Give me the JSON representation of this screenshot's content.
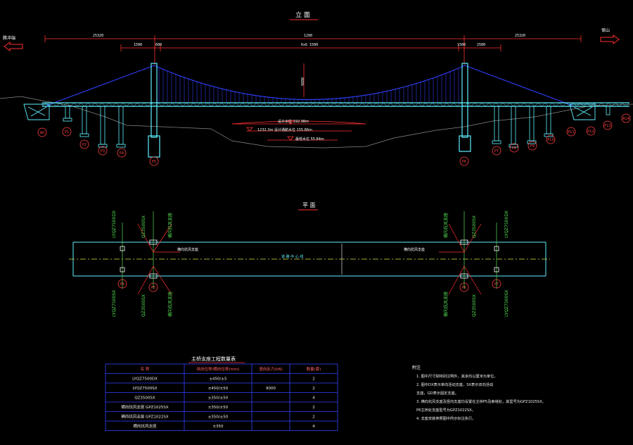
{
  "titles": {
    "elevation": "立 面",
    "plan": "平 面",
    "table": "主桥支座工程数量表",
    "notes_heading": "附注"
  },
  "directions": {
    "left": "腾冲端",
    "right": "保山"
  },
  "dimensions": {
    "overall": "1290",
    "left_side": "25320",
    "right_side": "25320",
    "main_span_label": "6x6 1500",
    "left_a": "1500",
    "left_b": "600",
    "right_a": "1500",
    "right_b": "2500",
    "sag": "9880"
  },
  "water_levels": {
    "high": "设计水位 192.98m",
    "mid": "1232.3m 设计通航水位 155.86m",
    "low": "最低水位 55.84m"
  },
  "piers": [
    "A0",
    "P1",
    "P2",
    "P3",
    "P4",
    "P5",
    "P6",
    "P7",
    "P8",
    "P9",
    "P10",
    "P11",
    "P12",
    "P13",
    "A14"
  ],
  "plan": {
    "centerline_label": "道 路 中 心 线",
    "left_callout": "横向抗风支座",
    "right_callout": "横向抗风支座",
    "labels_top_left": [
      "LYQZ7500DX",
      "QZ3500SX"
    ],
    "labels_top_right": [
      "QZ3500SX",
      "LYQZ7500DX"
    ],
    "labels_bot_left": [
      "LYQZ7500SX",
      "QZ3500SX"
    ],
    "labels_bot_right": [
      "QZ3500SX",
      "LYQZ7500SX"
    ],
    "diag_left": [
      "横向抗风支座",
      "横向抗风支座"
    ],
    "diag_right": [
      "横向抗风支座",
      "横向抗风支座"
    ],
    "pier_tags": [
      "P4",
      "P5",
      "P6",
      "P7"
    ]
  },
  "table": {
    "headers": [
      "名 称",
      "纵向位移/横向位移(mm)",
      "竖向反力(kN)",
      "数量(套)"
    ],
    "rows": [
      [
        "LYQZ7500DX",
        "±450/±5",
        "",
        "2"
      ],
      [
        "LYQZ7500SX",
        "±450/±50",
        "9000",
        "2"
      ],
      [
        "QZ3500SX",
        "±350/±50",
        "",
        "4"
      ],
      [
        "横向抗风支座 GPZ1025SX",
        "±350/±50",
        "",
        "2"
      ],
      [
        "横向抗风支座 GPZ1022SX",
        "±350/±50",
        "",
        "2"
      ],
      [
        "横向抗风支座",
        "±350",
        "",
        "4"
      ]
    ]
  },
  "notes": [
    "1. 图中尺寸除特别注明外，其余均以厘米为单位。",
    "2. 图中DX表示单向活动支座，SX表示双向活动",
    "   支座，GD表示固定支座。",
    "3. 横向抗风支座及竖向支座均设置在主桥P5及索塔处，其型号为GPZ1025SX，",
    "   P6主桥处支座型号为GPZ1022SX。",
    "4. 支座安装参照图中所示标注执行。"
  ],
  "colors": {
    "background": "#000000",
    "cable": "#2f3cf0",
    "deck": "#5ff0ff",
    "dimension": "#ff3030",
    "tag": "#ff4040",
    "plan_label": "#55e055",
    "text": "#f0f0f0"
  }
}
